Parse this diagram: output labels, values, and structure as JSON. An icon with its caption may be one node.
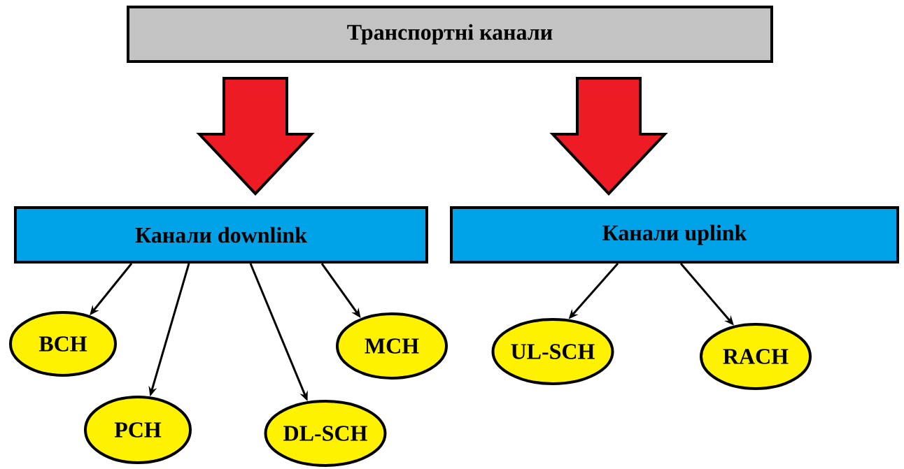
{
  "diagram": {
    "nodes": [
      {
        "text": [
          "Транспортні канали"
        ]
      },
      {
        "text": [
          "Канали downlink"
        ]
      },
      {
        "text": [
          "Канали uplink"
        ]
      },
      {
        "text": [
          "BCH"
        ]
      },
      {
        "text": [
          "PCH"
        ]
      },
      {
        "text": [
          "DL-SCH"
        ]
      },
      {
        "text": [
          "MCH"
        ]
      },
      {
        "text": [
          "UL-SCH"
        ]
      },
      {
        "text": [
          "RACH"
        ]
      }
    ],
    "edges": [
      {
        "from": 0,
        "to": 1,
        "arrow": "to",
        "style": "thick",
        "color": "#ed1c24"
      },
      {
        "from": 0,
        "to": 2,
        "arrow": "to",
        "style": "thick",
        "color": "#ed1c24"
      },
      {
        "from": 1,
        "to": 3,
        "arrow": "to"
      },
      {
        "from": 1,
        "to": 4,
        "arrow": "to"
      },
      {
        "from": 1,
        "to": 5,
        "arrow": "to"
      },
      {
        "from": 1,
        "to": 6,
        "arrow": "to"
      },
      {
        "from": 2,
        "to": 7,
        "arrow": "to"
      },
      {
        "from": 2,
        "to": 8,
        "arrow": "to"
      }
    ]
  }
}
